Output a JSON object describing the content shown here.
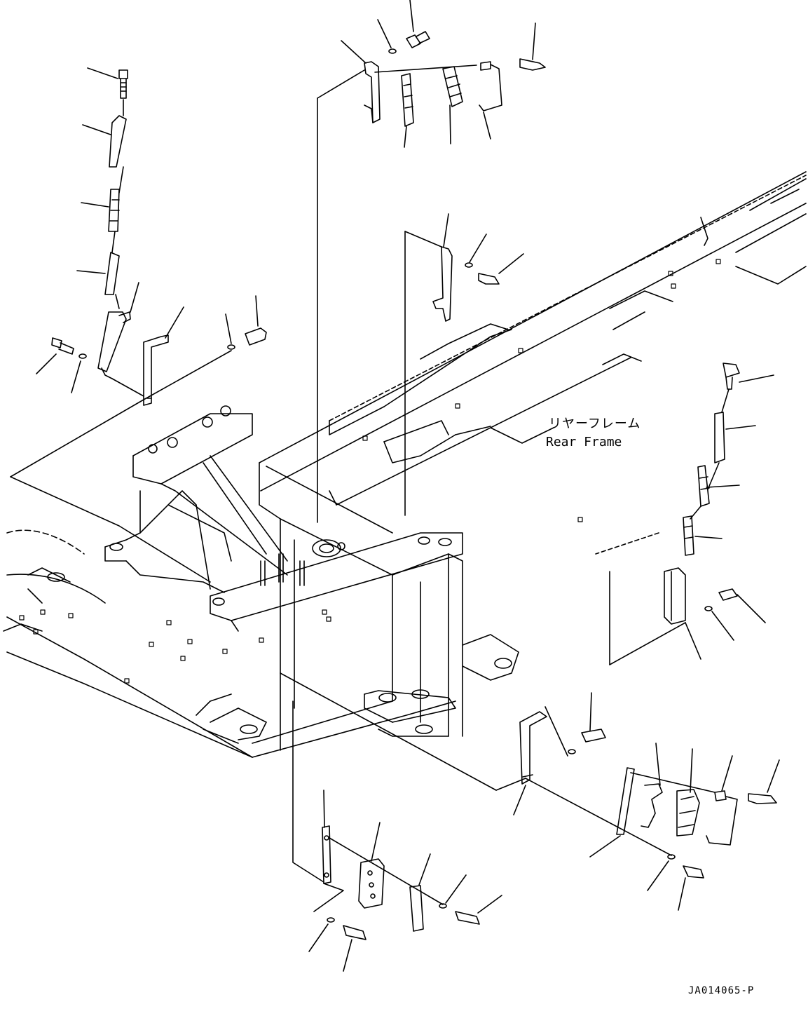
{
  "diagram": {
    "frame_label_japanese": "リヤーフレーム",
    "frame_label_english": "Rear Frame",
    "drawing_number": "JA014065-P"
  }
}
